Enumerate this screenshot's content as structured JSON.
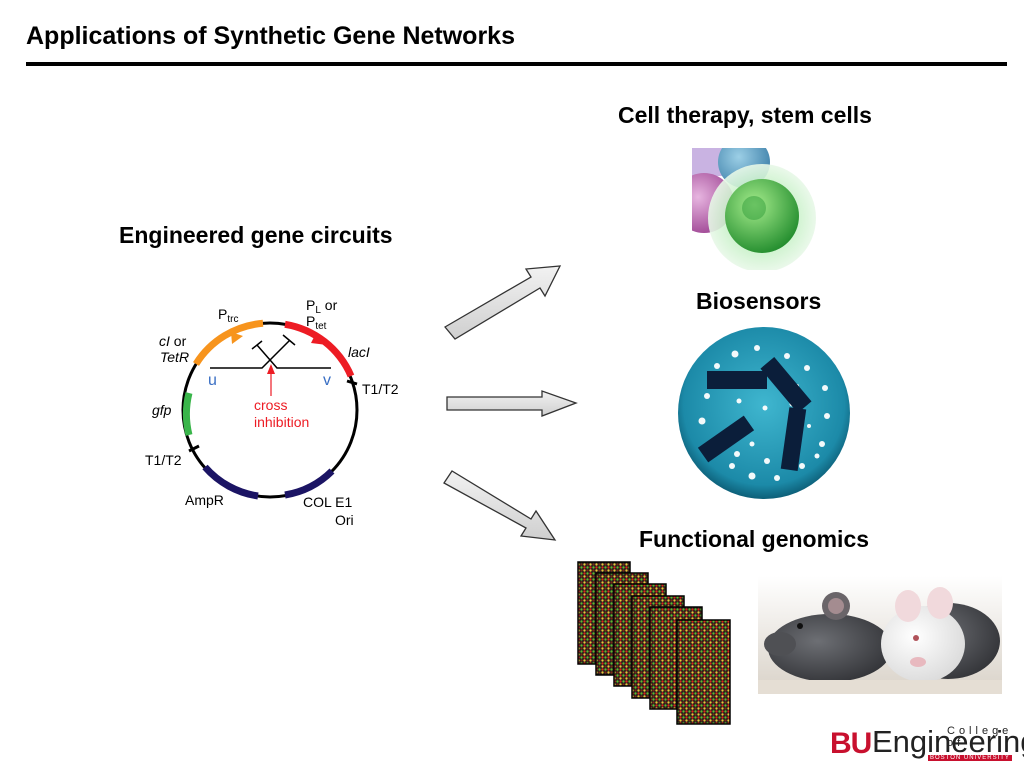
{
  "slide": {
    "title": "Applications of Synthetic Gene Networks",
    "left_heading": "Engineered gene circuits",
    "right_headings": {
      "cell_therapy": "Cell therapy, stem cells",
      "biosensors": "Biosensors",
      "genomics": "Functional genomics"
    }
  },
  "circuit": {
    "ptrc_base": "P",
    "ptrc_sub": "trc",
    "pl_base": "P",
    "pl_sub": "L",
    "pl_or": " or",
    "ptet_base": "P",
    "ptet_sub": "tet",
    "ci_it": "cI",
    "ci_or": " or",
    "tetr": "TetR",
    "laci": "lacI",
    "u": "u",
    "v": "v",
    "t1t2_right": "T1/T2",
    "t1t2_left": "T1/T2",
    "gfp": "gfp",
    "cross": "cross",
    "inhibition": "inhibition",
    "ampr": "AmpR",
    "col": "COL E1",
    "ori": "Ori"
  },
  "logo": {
    "bu": "BU",
    "engineering": "Engineering",
    "college": "College of",
    "boston": "BOSTON UNIVERSITY"
  },
  "colors": {
    "orange": "#f7941d",
    "red": "#ed1c24",
    "green": "#39b54a",
    "navy": "#1b1464",
    "blue_label": "#3a6fc4",
    "brand_red": "#c8102e"
  }
}
